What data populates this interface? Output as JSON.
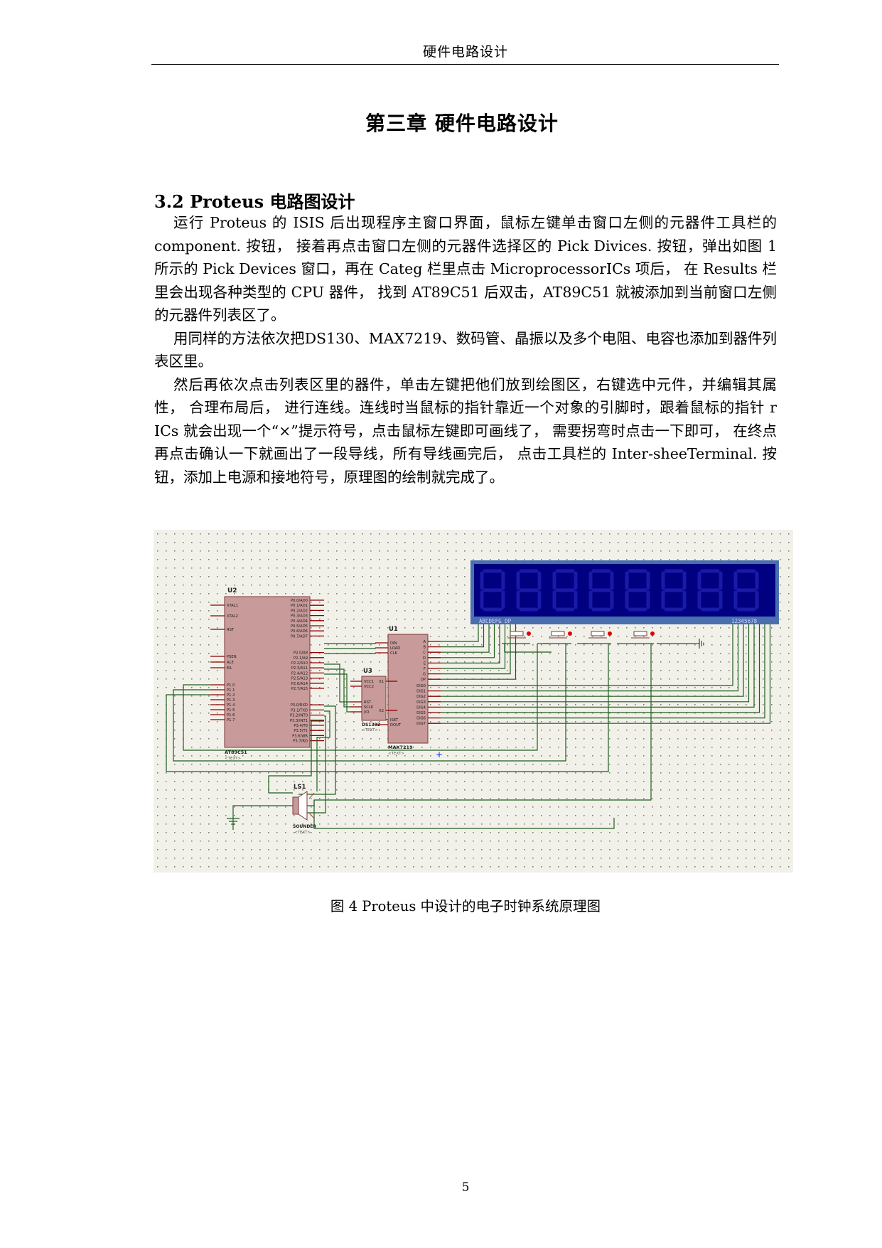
{
  "header": {
    "running_title": "硬件电路设计"
  },
  "chapter_title": "第三章  硬件电路设计",
  "section": {
    "number": "3.2 Proteus ",
    "title": "电路图设计"
  },
  "paragraphs": [
    "运行 Proteus 的 ISIS 后出现程序主窗口界面，鼠标左键单击窗口左侧的元器件工具栏的 component. 按钮， 接着再点击窗口左侧的元器件选择区的 Pick Divices. 按钮，弹出如图 1 所示的 Pick Devices 窗口，再在 Categ 栏里点击 MicroprocessorICs 项后， 在 Results 栏里会出现各种类型的 CPU 器件， 找到 AT89C51 后双击，AT89C51 就被添加到当前窗口左侧的元器件列表区了。",
    "用同样的方法依次把DS130、MAX7219、数码管、晶振以及多个电阻、电容也添加到器件列表区里。",
    "然后再依次点击列表区里的器件，单击左键把他们放到绘图区，右键选中元件，并编辑其属性， 合理布局后， 进行连线。连线时当鼠标的指针靠近一个对象的引脚时，跟着鼠标的指针 r ICs 就会出现一个“×”提示符号，点击鼠标左键即可画线了， 需要拐弯时点击一下即可， 在终点再点击确认一下就画出了一段导线，所有导线画完后， 点击工具栏的 Inter-sheeTerminal. 按钮，添加上电源和接地符号，原理图的绘制就完成了。"
  ],
  "figure": {
    "colors": {
      "grid_bg": "#f2f1e9",
      "wire": "#1e5c1e",
      "chip": "#c89a9a",
      "display_bg": "#000080",
      "display_frame": "#4a6fae",
      "pin": "#8b0000",
      "node": "#e00000"
    },
    "labels": {
      "u2_ref": "U2",
      "u2_part": "AT89C51",
      "u2_text": "<TEXT>",
      "u1_ref": "U1",
      "u1_part": "MAX7219",
      "u1_text": "<TEXT>",
      "u3_ref": "U3",
      "u3_part": "DS1302",
      "u3_text": "<TEXT>",
      "ls1_ref": "LS1",
      "ls1_part": "SOUNDER",
      "ls1_text": "<TEXT>",
      "disp_left_pins": "ABCDEFG  DP",
      "disp_right_pins": "12345678"
    },
    "u2_left_pins": [
      "XTAL1",
      "XTAL2",
      "RST",
      "PSEN",
      "ALE",
      "EA",
      "P1.0",
      "P1.1",
      "P1.2",
      "P1.3",
      "P1.4",
      "P1.5",
      "P1.6",
      "P1.7"
    ],
    "u2_right_pins": [
      "P0.0/AD0",
      "P0.1/AD1",
      "P0.2/AD2",
      "P0.3/AD3",
      "P0.4/AD4",
      "P0.5/AD5",
      "P0.6/AD6",
      "P0.7/AD7",
      "P2.0/A8",
      "P2.1/A9",
      "P2.2/A10",
      "P2.3/A11",
      "P2.4/A12",
      "P2.5/A13",
      "P2.6/A14",
      "P2.7/A15",
      "P3.0/RXD",
      "P3.1/TXD",
      "P3.2/INT0",
      "P3.3/INT1",
      "P3.4/T0",
      "P3.5/T1",
      "P3.6/WR",
      "P3.7/RD"
    ],
    "u1_left_pins": [
      "DIN",
      "LOAD",
      "CLK",
      "ISET",
      "DOUT"
    ],
    "u1_right_pins": [
      "A",
      "B",
      "C",
      "D",
      "E",
      "F",
      "G",
      "DP",
      "DIG0",
      "DIG1",
      "DIG2",
      "DIG3",
      "DIG4",
      "DIG5",
      "DIG6",
      "DIG7"
    ],
    "u3_pins": [
      "VCC1",
      "VCC2",
      "X1",
      "X2",
      "RST",
      "SCLK",
      "I/O"
    ]
  },
  "caption": "图 4  Proteus 中设计的电子时钟系统原理图",
  "page_number": "5"
}
